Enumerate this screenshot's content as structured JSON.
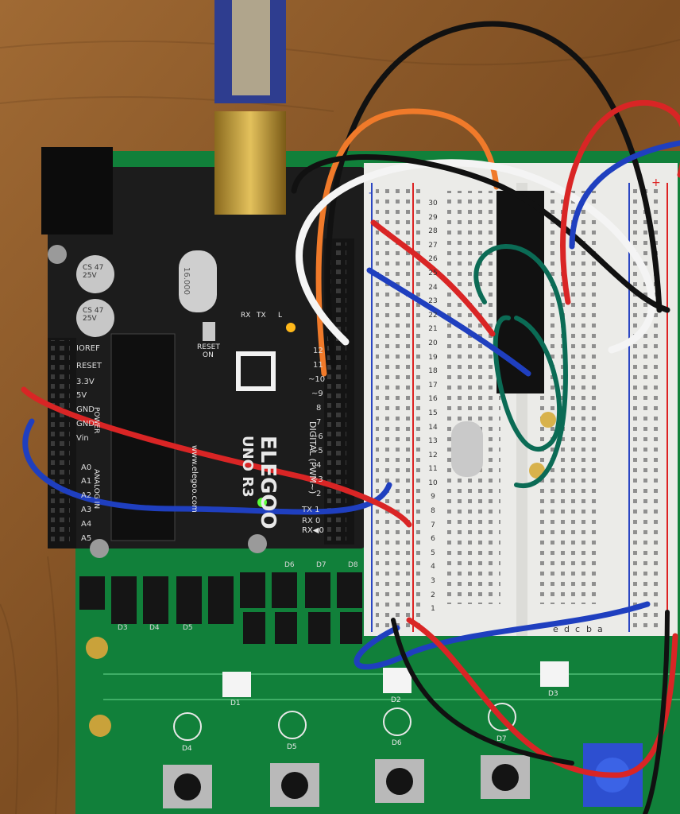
{
  "board": {
    "brand_line1": "ELEGOO",
    "brand_line2": "UNO R3",
    "url": "www.elegoo.com",
    "capacitor_label": "CS 47 25V",
    "crystal_label": "16.000",
    "reset_label": "RESET",
    "reset_label2": "ON",
    "digital_label": "DIGITAL (PWM~)",
    "power_label": "POWER",
    "analog_label": "ANALOG IN",
    "tx_label": "TX",
    "rx_label": "RX",
    "l_label": "L",
    "pins_left": [
      "IOREF",
      "RESET",
      "3.3V",
      "5V",
      "GND",
      "GND",
      "Vin"
    ],
    "analog_pins": [
      "A0",
      "A1",
      "A2",
      "A3",
      "A4",
      "A5"
    ],
    "digital_pins": [
      "12",
      "11",
      "~10",
      "~9",
      "8",
      "7",
      "~6",
      "~5",
      "4",
      "~3",
      "2",
      "TX 1",
      "RX 0"
    ],
    "rx_arrow": "RX◀0"
  },
  "breadboard": {
    "row_numbers": [
      "30",
      "29",
      "28",
      "27",
      "26",
      "25",
      "24",
      "23",
      "22",
      "21",
      "20",
      "19",
      "18",
      "17",
      "16",
      "15",
      "14",
      "13",
      "12",
      "11",
      "10",
      "9",
      "8",
      "7",
      "6",
      "5",
      "4",
      "3",
      "2",
      "1"
    ],
    "col_letters": [
      "a",
      "b",
      "c",
      "d",
      "e"
    ],
    "rail_plus": "+",
    "rail_minus": "-"
  },
  "shield": {
    "leds": [
      "D1",
      "D2",
      "D3"
    ],
    "small_leds": [
      "D4",
      "D5",
      "D6",
      "D7"
    ],
    "header_labels": [
      "D3",
      "D4",
      "D5",
      "D6",
      "D7",
      "D8"
    ]
  },
  "colors": {
    "wood": "#8a5a2b",
    "arduino_pcb": "#1b1b1b",
    "shield_pcb": "#0f7a34",
    "breadboard": "#ececea",
    "wire_red": "#d92525",
    "wire_blue": "#1f3fbf",
    "wire_black": "#111111",
    "wire_white": "#f4f4f4",
    "wire_orange": "#f07a2a",
    "wire_green": "#0b6b55"
  }
}
